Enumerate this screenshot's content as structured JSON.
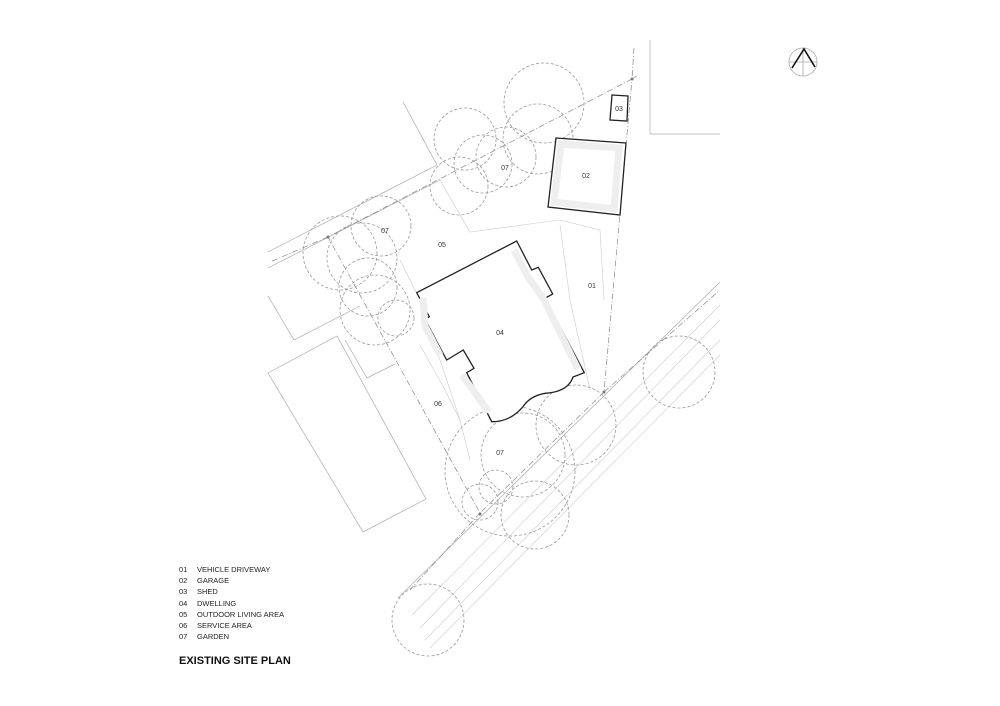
{
  "labels": {
    "driveway": "01",
    "garage": "02",
    "shed": "03",
    "dwelling": "04",
    "outdoor_living": "05",
    "service": "06",
    "garden_a": "07",
    "garden_b": "07",
    "garden_c": "07"
  },
  "legend": [
    {
      "num": "01",
      "text": "VEHICLE DRIVEWAY"
    },
    {
      "num": "02",
      "text": "GARAGE"
    },
    {
      "num": "03",
      "text": "SHED"
    },
    {
      "num": "04",
      "text": "DWELLING"
    },
    {
      "num": "05",
      "text": "OUTDOOR LIVING AREA"
    },
    {
      "num": "06",
      "text": "SERVICE AREA"
    },
    {
      "num": "07",
      "text": "GARDEN"
    }
  ],
  "title": "EXISTING SITE PLAN"
}
